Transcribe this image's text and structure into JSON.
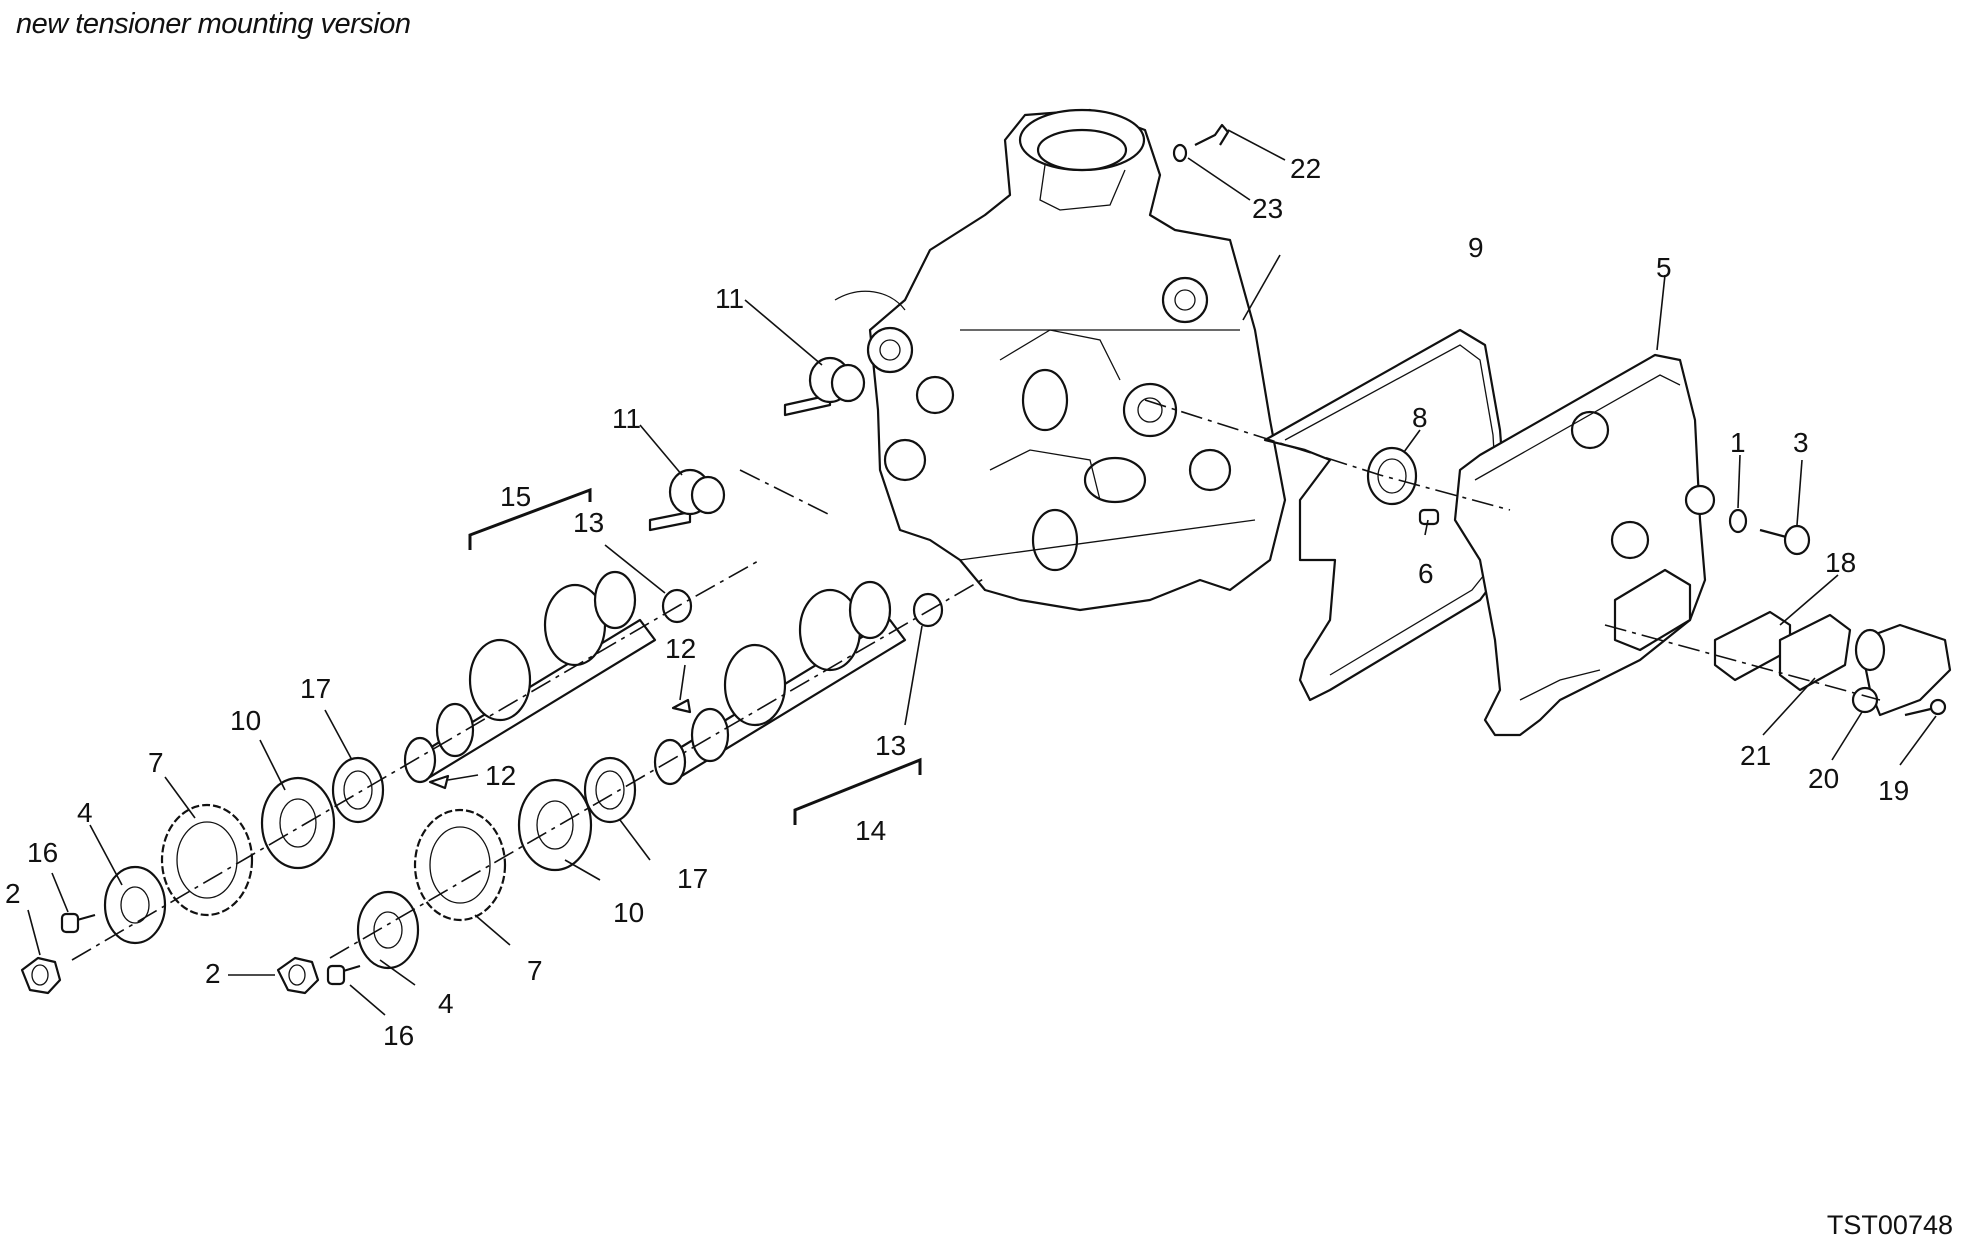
{
  "title": "new tensioner mounting version",
  "drawing_code": "TST00748",
  "callouts": {
    "c1": "1",
    "c2a": "2",
    "c2b": "2",
    "c3": "3",
    "c4a": "4",
    "c4b": "4",
    "c5": "5",
    "c6": "6",
    "c7a": "7",
    "c7b": "7",
    "c8": "8",
    "c9": "9",
    "c10a": "10",
    "c10b": "10",
    "c11a": "11",
    "c11b": "11",
    "c12a": "12",
    "c12b": "12",
    "c13a": "13",
    "c13b": "13",
    "c14": "14",
    "c15": "15",
    "c16a": "16",
    "c16b": "16",
    "c17a": "17",
    "c17b": "17",
    "c18": "18",
    "c19": "19",
    "c20": "20",
    "c21": "21",
    "c22": "22",
    "c23": "23"
  }
}
